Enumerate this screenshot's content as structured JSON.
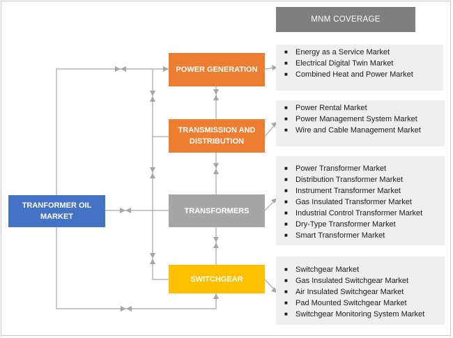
{
  "header": {
    "title": "MNM COVERAGE"
  },
  "root": {
    "label": "TRANFORMER OIL\nMARKET"
  },
  "nodes": [
    {
      "label": "POWER GENERATION",
      "color": "#ed7d31"
    },
    {
      "label": "TRANSMISSION AND\nDISTRIBUTION",
      "color": "#ed7d31"
    },
    {
      "label": "TRANSFORMERS",
      "color": "#a6a6a6"
    },
    {
      "label": "SWITCHGEAR",
      "color": "#ffc000"
    }
  ],
  "coverage": [
    [
      "Energy as a Service Market",
      "Electrical Digital Twin Market",
      "Combined Heat and Power Market"
    ],
    [
      "Power Rental Market",
      "Power Management System Market",
      "Wire and Cable Management Market"
    ],
    [
      "Power Transformer Market",
      "Distribution Transformer Market",
      "Instrument Transformer Market",
      "Gas Insulated Transformer Market",
      "Industrial Control Transformer Market",
      "Dry-Type Transformer Market",
      "Smart Transformer Market"
    ],
    [
      "Switchgear Market",
      "Gas Insulated Switchgear Market",
      "Air Insulated Switchgear Market",
      "Pad Mounted Switchgear Market",
      "Switchgear Monitoring System Market"
    ]
  ],
  "colors": {
    "connector": "#a6a6a6",
    "root": "#4472c4",
    "header": "#7f7f7f",
    "panel": "#efefef"
  }
}
